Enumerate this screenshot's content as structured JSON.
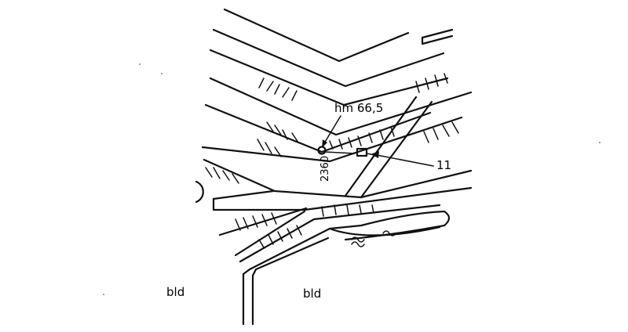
{
  "labels": {
    "hm": "hm 66,5",
    "distance": "2360",
    "ref": "11",
    "building_left": "bld",
    "building_right": "bld"
  },
  "icons": {
    "water": "water-wave-icon",
    "sign": "sign-box-icon"
  }
}
